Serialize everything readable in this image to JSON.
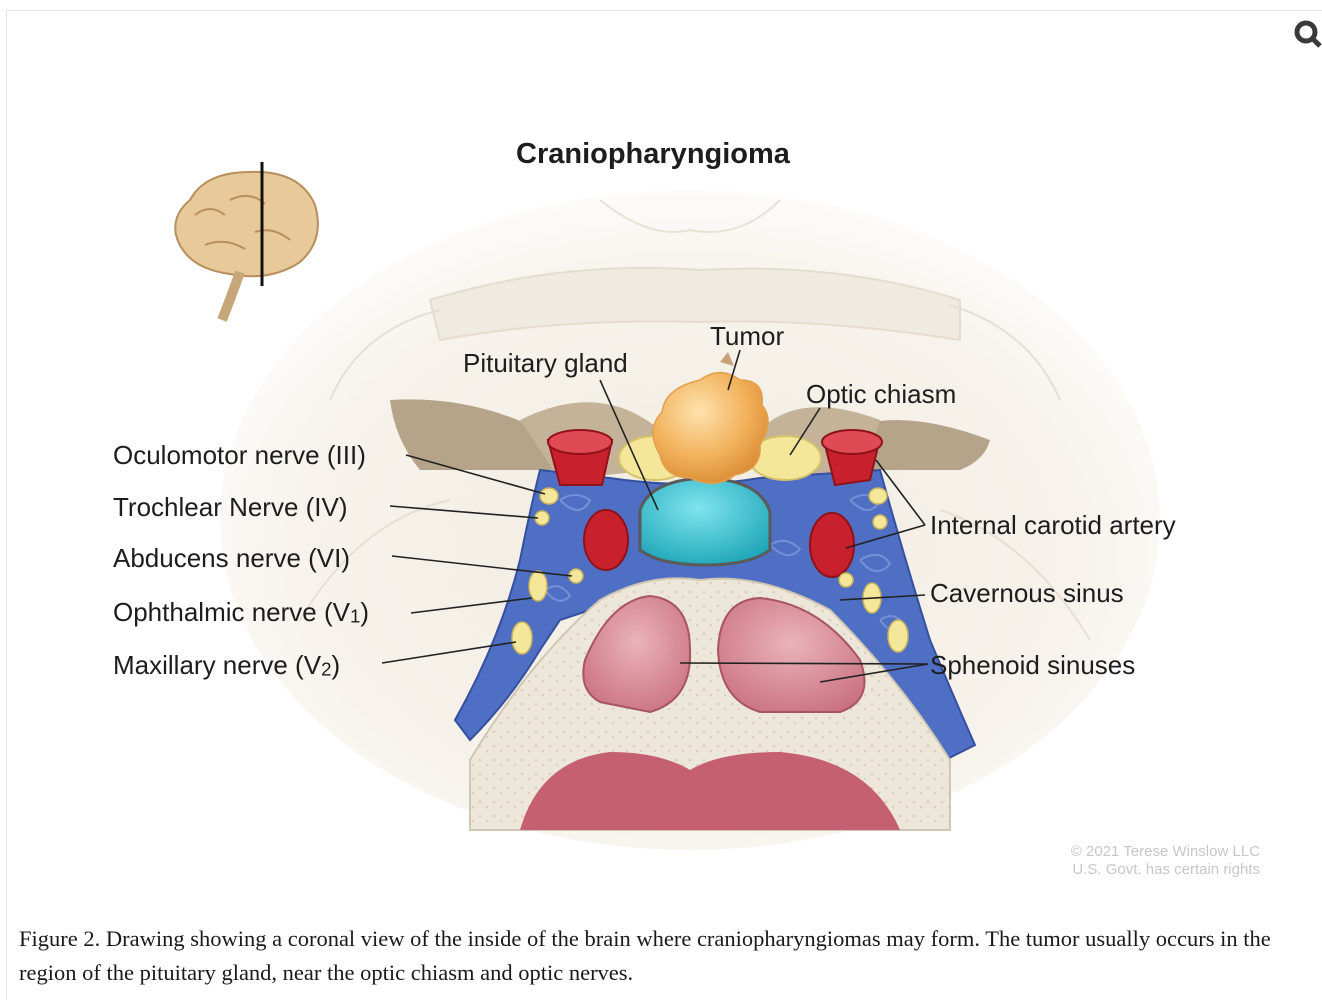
{
  "figure": {
    "title": "Craniopharyngioma",
    "labels": {
      "tumor": "Tumor",
      "pituitary_gland": "Pituitary gland",
      "optic_chiasm": "Optic chiasm",
      "oculomotor": "Oculomotor nerve (III)",
      "trochlear": "Trochlear Nerve (IV)",
      "abducens": "Abducens nerve (VI)",
      "ophthalmic_prefix": "Ophthalmic nerve (V",
      "ophthalmic_sub": "1",
      "ophthalmic_suffix": ")",
      "maxillary_prefix": "Maxillary nerve (V",
      "maxillary_sub": "2",
      "maxillary_suffix": ")",
      "internal_carotid": "Internal carotid artery",
      "cavernous_sinus": "Cavernous sinus",
      "sphenoid_sinuses": "Sphenoid sinuses"
    },
    "credit_line1": "© 2021 Terese Winslow LLC",
    "credit_line2": "U.S. Govt. has certain rights"
  },
  "caption": "Figure 2. Drawing showing a coronal view of the inside of the brain where craniopharyngiomas may form. The tumor usually occurs in the region of the pituitary gland, near the optic chiasm and optic nerves.",
  "colors": {
    "sinus_blue": "#4f6fc4",
    "tumor_orange": "#f2b15a",
    "pituitary_teal": "#2cc0d0",
    "artery_red": "#c8202c",
    "nerve_yellow": "#f5e79a",
    "sinus_pink": "#c96e7c"
  },
  "icons": {
    "zoom": "magnifier-icon",
    "brain": "brain-orientation-icon"
  }
}
